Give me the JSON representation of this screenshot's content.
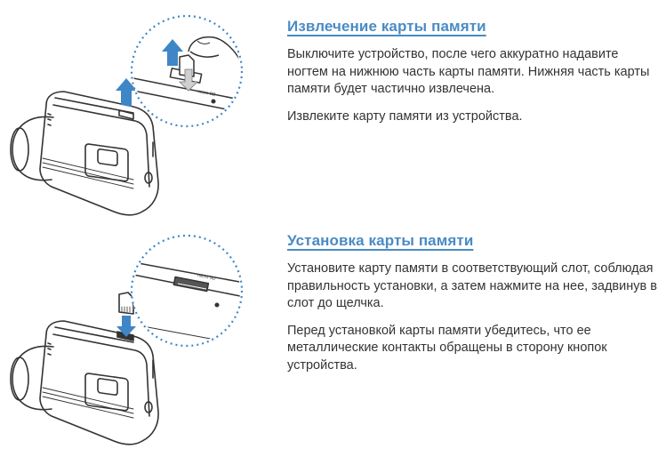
{
  "sections": [
    {
      "heading": "Извлечение карты памяти",
      "paragraphs": [
        "Выключите устройство, после чего аккуратно надавите ногтем на нижнюю часть карты памяти. Нижняя часть карты памяти будет частично извлечена.",
        "Извлеките карту памяти из устройства."
      ],
      "illustration_label": "micro SD"
    },
    {
      "heading": "Установка карты памяти",
      "paragraphs": [
        "Установите карту памяти в соответствующий слот, соблюдая правильность установки, а затем нажмите на нее, задвинув в слот до щелчка.",
        "Перед установкой карты памяти убедитесь, что ее металлические контакты обращены в сторону кнопок устройства."
      ],
      "illustration_label": "micro SD"
    }
  ],
  "colors": {
    "heading": "#4a8bc4",
    "arrow": "#3f86c6",
    "dotted_circle": "#3f86c6",
    "outline": "#333333"
  }
}
